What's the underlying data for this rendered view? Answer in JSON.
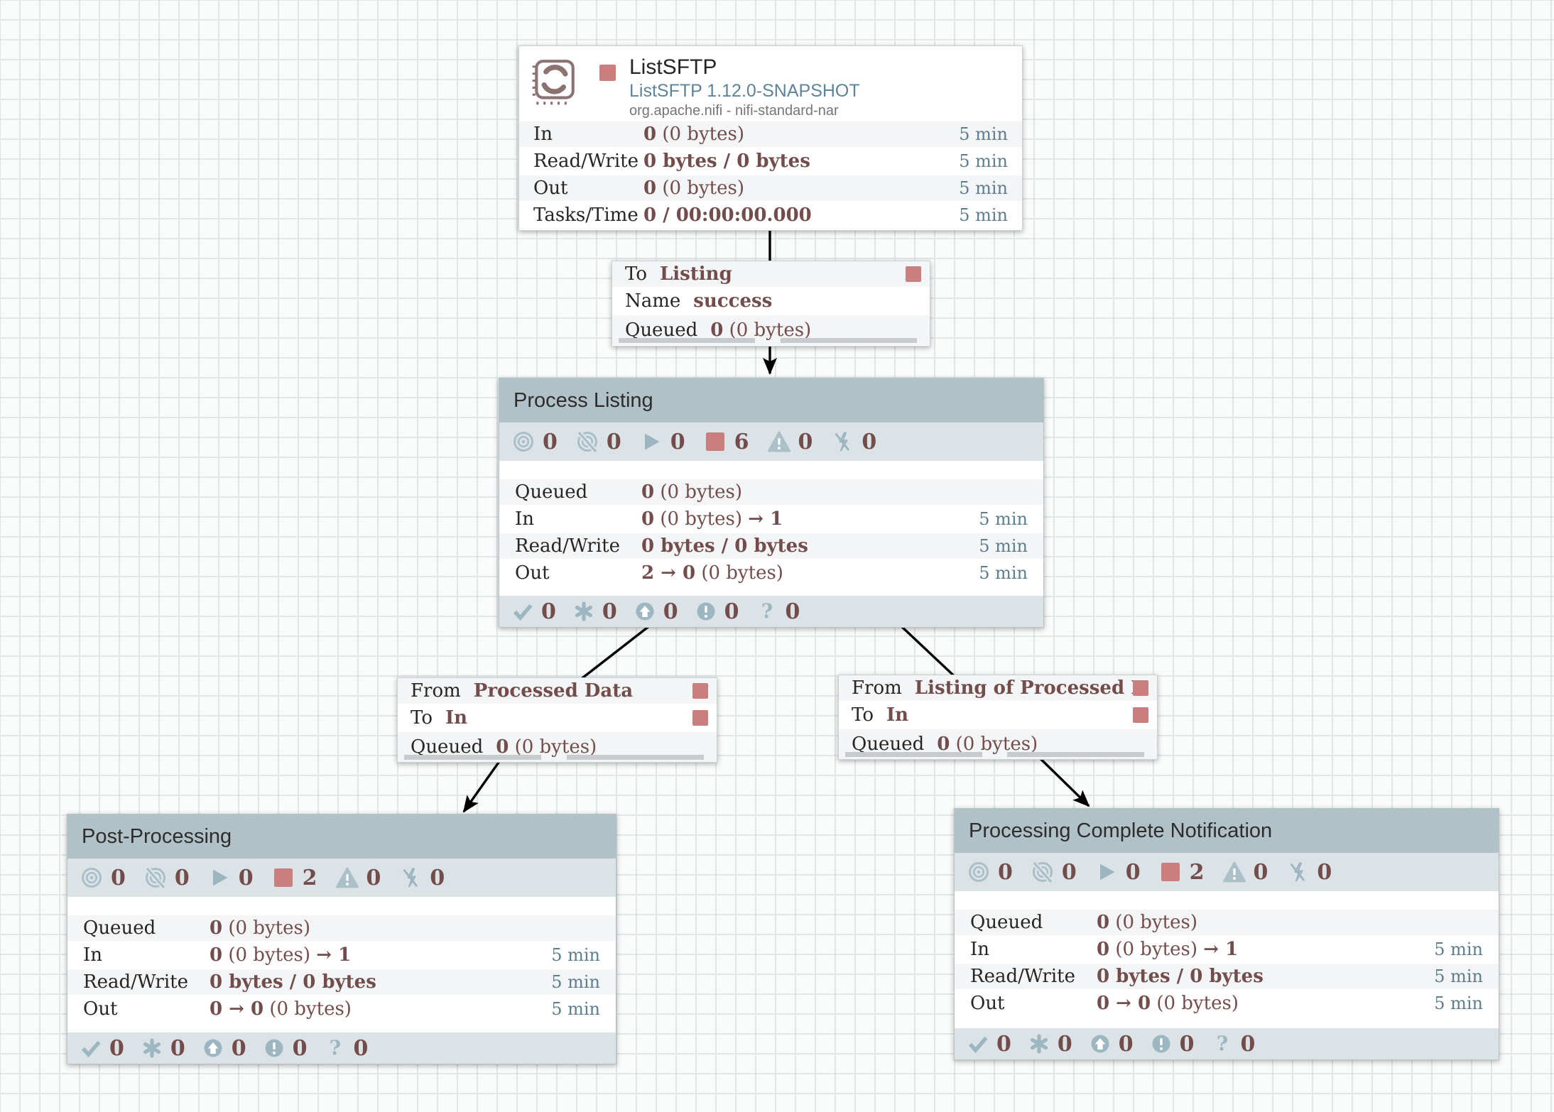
{
  "colors": {
    "stopped_red": "#ca7e7e",
    "icon_muted_blue": "#a9bfc8",
    "value_maroon": "#734d4b",
    "time_window_blue": "#5e7e8e",
    "group_header": "#b1c1c8",
    "band": "#dce3e7",
    "grid_line": "#dfe7e8"
  },
  "processor": {
    "title": "ListSFTP",
    "type_version": "ListSFTP 1.12.0-SNAPSHOT",
    "bundle": "org.apache.nifi - nifi-standard-nar",
    "state": "stopped",
    "stats": [
      {
        "label": "In",
        "segments": [
          {
            "t": "0",
            "b": true
          },
          {
            "t": " (0 bytes)",
            "b": false
          }
        ],
        "window": "5 min"
      },
      {
        "label": "Read/Write",
        "segments": [
          {
            "t": "0 bytes / 0 bytes",
            "b": true
          }
        ],
        "window": "5 min"
      },
      {
        "label": "Out",
        "segments": [
          {
            "t": "0",
            "b": true
          },
          {
            "t": " (0 bytes)",
            "b": false
          }
        ],
        "window": "5 min"
      },
      {
        "label": "Tasks/Time",
        "segments": [
          {
            "t": "0 / 00:00:00.000",
            "b": true
          }
        ],
        "window": "5 min"
      }
    ]
  },
  "connections": [
    {
      "rows": [
        {
          "label": "To",
          "value": "Listing",
          "square": true
        },
        {
          "label": "Name",
          "value": "success",
          "square": false
        },
        {
          "label": "Queued",
          "segments": [
            {
              "t": "0",
              "b": true
            },
            {
              "t": " (0 bytes)",
              "b": false
            }
          ]
        }
      ]
    },
    {
      "rows": [
        {
          "label": "From",
          "value": "Processed Data",
          "square": true
        },
        {
          "label": "To",
          "value": "In",
          "square": true
        },
        {
          "label": "Queued",
          "segments": [
            {
              "t": "0",
              "b": true
            },
            {
              "t": " (0 bytes)",
              "b": false
            }
          ]
        }
      ]
    },
    {
      "rows": [
        {
          "label": "From",
          "value": "Listing of Processed D...",
          "square": true
        },
        {
          "label": "To",
          "value": "In",
          "square": true
        },
        {
          "label": "Queued",
          "segments": [
            {
              "t": "0",
              "b": true
            },
            {
              "t": " (0 bytes)",
              "b": false
            }
          ]
        }
      ]
    }
  ],
  "groups": [
    {
      "title": "Process Listing",
      "badges": [
        {
          "icon": "transmitting-icon",
          "count": "0"
        },
        {
          "icon": "not-transmitting-icon",
          "count": "0"
        },
        {
          "icon": "running-icon",
          "count": "0"
        },
        {
          "icon": "stopped-icon",
          "count": "6"
        },
        {
          "icon": "invalid-icon",
          "count": "0"
        },
        {
          "icon": "disabled-icon",
          "count": "0"
        }
      ],
      "stats": [
        {
          "label": "Queued",
          "segments": [
            {
              "t": "0",
              "b": true
            },
            {
              "t": " (0 bytes)",
              "b": false
            }
          ],
          "window": ""
        },
        {
          "label": "In",
          "segments": [
            {
              "t": "0",
              "b": true
            },
            {
              "t": " (0 bytes) ",
              "b": false
            },
            {
              "t": "→ 1",
              "b": true
            }
          ],
          "window": "5 min"
        },
        {
          "label": "Read/Write",
          "segments": [
            {
              "t": "0 bytes / 0 bytes",
              "b": true
            }
          ],
          "window": "5 min"
        },
        {
          "label": "Out",
          "segments": [
            {
              "t": "2 → 0",
              "b": true
            },
            {
              "t": " (0 bytes)",
              "b": false
            }
          ],
          "window": "5 min"
        }
      ],
      "version_badges": [
        {
          "icon": "up-to-date-icon",
          "count": "0"
        },
        {
          "icon": "locally-modified-icon",
          "count": "0"
        },
        {
          "icon": "stale-icon",
          "count": "0"
        },
        {
          "icon": "locally-modified-stale-icon",
          "count": "0"
        },
        {
          "icon": "sync-failure-icon",
          "count": "0"
        }
      ]
    },
    {
      "title": "Post-Processing",
      "badges": [
        {
          "icon": "transmitting-icon",
          "count": "0"
        },
        {
          "icon": "not-transmitting-icon",
          "count": "0"
        },
        {
          "icon": "running-icon",
          "count": "0"
        },
        {
          "icon": "stopped-icon",
          "count": "2"
        },
        {
          "icon": "invalid-icon",
          "count": "0"
        },
        {
          "icon": "disabled-icon",
          "count": "0"
        }
      ],
      "stats": [
        {
          "label": "Queued",
          "segments": [
            {
              "t": "0",
              "b": true
            },
            {
              "t": " (0 bytes)",
              "b": false
            }
          ],
          "window": ""
        },
        {
          "label": "In",
          "segments": [
            {
              "t": "0",
              "b": true
            },
            {
              "t": " (0 bytes) ",
              "b": false
            },
            {
              "t": "→ 1",
              "b": true
            }
          ],
          "window": "5 min"
        },
        {
          "label": "Read/Write",
          "segments": [
            {
              "t": "0 bytes / 0 bytes",
              "b": true
            }
          ],
          "window": "5 min"
        },
        {
          "label": "Out",
          "segments": [
            {
              "t": "0 → 0",
              "b": true
            },
            {
              "t": " (0 bytes)",
              "b": false
            }
          ],
          "window": "5 min"
        }
      ],
      "version_badges": [
        {
          "icon": "up-to-date-icon",
          "count": "0"
        },
        {
          "icon": "locally-modified-icon",
          "count": "0"
        },
        {
          "icon": "stale-icon",
          "count": "0"
        },
        {
          "icon": "locally-modified-stale-icon",
          "count": "0"
        },
        {
          "icon": "sync-failure-icon",
          "count": "0"
        }
      ]
    },
    {
      "title": "Processing Complete Notification",
      "badges": [
        {
          "icon": "transmitting-icon",
          "count": "0"
        },
        {
          "icon": "not-transmitting-icon",
          "count": "0"
        },
        {
          "icon": "running-icon",
          "count": "0"
        },
        {
          "icon": "stopped-icon",
          "count": "2"
        },
        {
          "icon": "invalid-icon",
          "count": "0"
        },
        {
          "icon": "disabled-icon",
          "count": "0"
        }
      ],
      "stats": [
        {
          "label": "Queued",
          "segments": [
            {
              "t": "0",
              "b": true
            },
            {
              "t": " (0 bytes)",
              "b": false
            }
          ],
          "window": ""
        },
        {
          "label": "In",
          "segments": [
            {
              "t": "0",
              "b": true
            },
            {
              "t": " (0 bytes) ",
              "b": false
            },
            {
              "t": "→ 1",
              "b": true
            }
          ],
          "window": "5 min"
        },
        {
          "label": "Read/Write",
          "segments": [
            {
              "t": "0 bytes / 0 bytes",
              "b": true
            }
          ],
          "window": "5 min"
        },
        {
          "label": "Out",
          "segments": [
            {
              "t": "0 → 0",
              "b": true
            },
            {
              "t": " (0 bytes)",
              "b": false
            }
          ],
          "window": "5 min"
        }
      ],
      "version_badges": [
        {
          "icon": "up-to-date-icon",
          "count": "0"
        },
        {
          "icon": "locally-modified-icon",
          "count": "0"
        },
        {
          "icon": "stale-icon",
          "count": "0"
        },
        {
          "icon": "locally-modified-stale-icon",
          "count": "0"
        },
        {
          "icon": "sync-failure-icon",
          "count": "0"
        }
      ]
    }
  ]
}
